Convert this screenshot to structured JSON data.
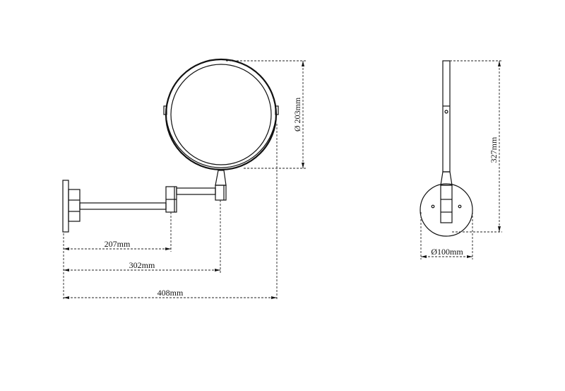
{
  "front_view": {
    "dim_wall_to_first_joint": "207mm",
    "dim_wall_to_mirror_pivot": "302mm",
    "dim_overall_depth": "408mm",
    "dim_mirror_diameter": "Ø 203mm"
  },
  "side_view": {
    "dim_height": "327mm",
    "dim_base_diameter": "Ø100mm"
  }
}
